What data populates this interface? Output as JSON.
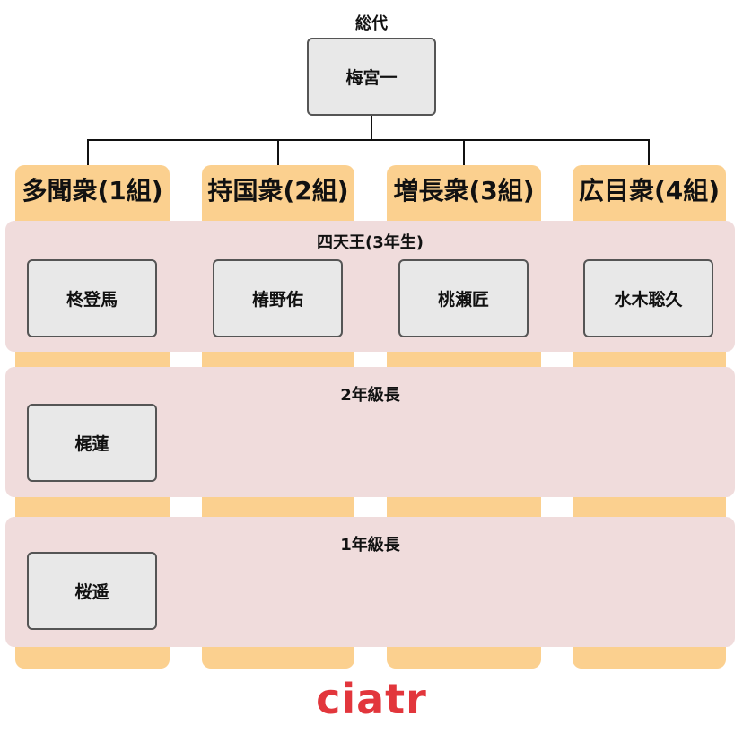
{
  "leader": {
    "label": "総代",
    "name": "梅宮一"
  },
  "groups": [
    {
      "title": "多聞衆(1組)"
    },
    {
      "title": "持国衆(2組)"
    },
    {
      "title": "増長衆(3組)"
    },
    {
      "title": "広目衆(4組)"
    }
  ],
  "tiers": [
    {
      "title": "四天王(3年生)",
      "members": [
        "柊登馬",
        "椿野佑",
        "桃瀬匠",
        "水木聡久"
      ]
    },
    {
      "title": "2年級長",
      "members": [
        "梶蓮"
      ]
    },
    {
      "title": "1年級長",
      "members": [
        "桜遥"
      ]
    }
  ],
  "logo": "ciatr",
  "colors": {
    "group_column": "#fbd08f",
    "tier_band": "#f0dcdc",
    "person_box": "#e8e8e8",
    "logo": "#e2363c"
  }
}
